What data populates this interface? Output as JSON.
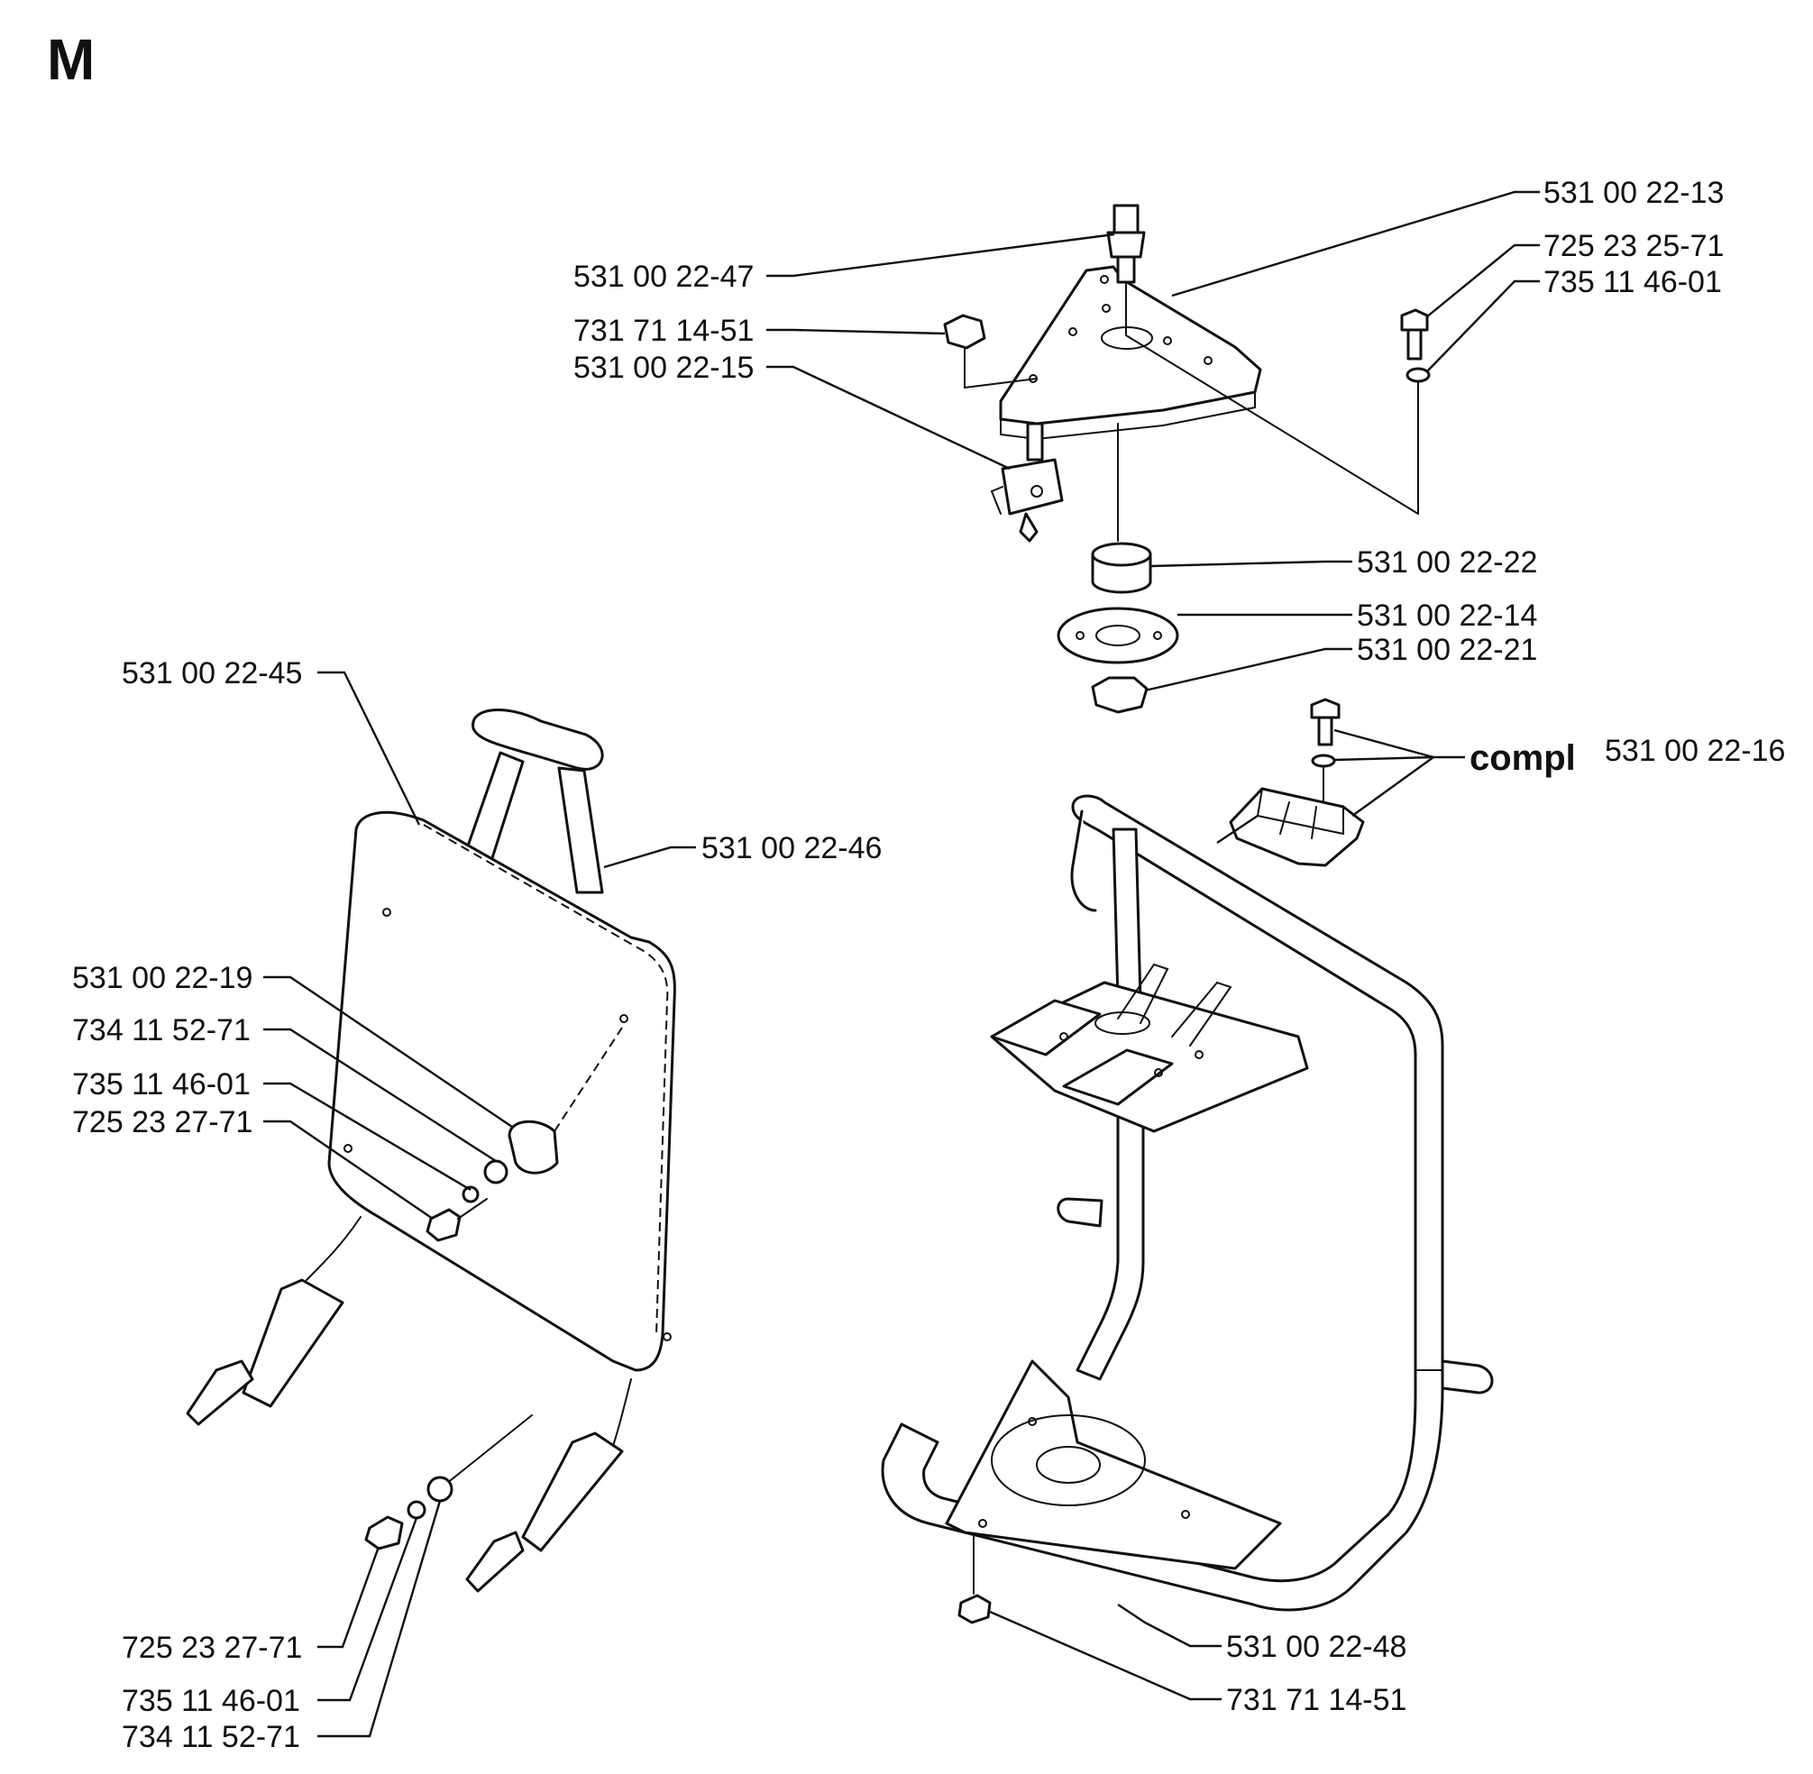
{
  "section_letter": "M",
  "labels": {
    "l_531_00_22_13": "531 00 22-13",
    "l_725_23_25_71": "725 23 25-71",
    "l_735_11_46_01_top": "735 11 46-01",
    "l_531_00_22_47": "531 00 22-47",
    "l_731_71_14_51_top": "731 71 14-51",
    "l_531_00_22_15": "531 00 22-15",
    "l_531_00_22_22": "531 00 22-22",
    "l_531_00_22_14": "531 00 22-14",
    "l_531_00_22_21": "531 00 22-21",
    "l_compl": "compl",
    "l_531_00_22_16": "531 00 22-16",
    "l_531_00_22_45": "531 00 22-45",
    "l_531_00_22_46": "531 00 22-46",
    "l_531_00_22_19": "531 00 22-19",
    "l_734_11_52_71_mid": "734 11 52-71",
    "l_735_11_46_01_mid": "735 11 46-01",
    "l_725_23_27_71_mid": "725 23 27-71",
    "l_725_23_27_71_bot": "725 23 27-71",
    "l_735_11_46_01_bot": "735 11 46-01",
    "l_734_11_52_71_bot": "734 11 52-71",
    "l_531_00_22_48": "531 00 22-48",
    "l_731_71_14_51_bot": "731 71 14-51"
  }
}
